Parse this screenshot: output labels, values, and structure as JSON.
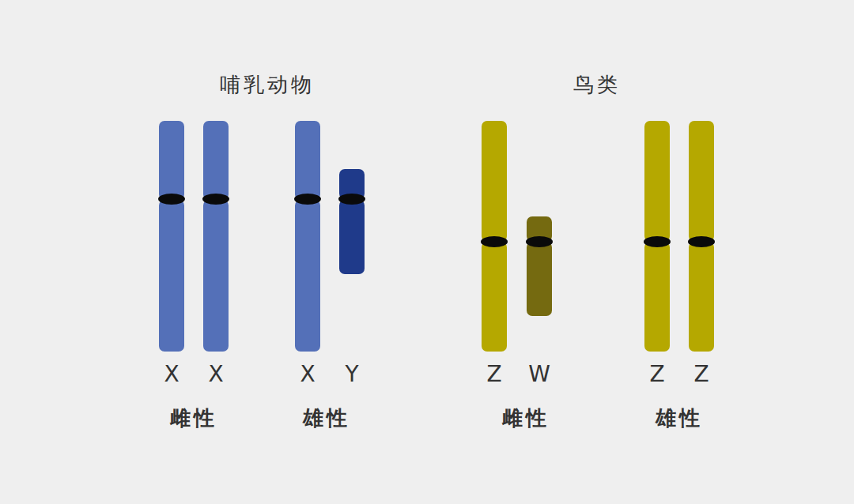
{
  "diagram": {
    "labels": [
      "哺乳动物",
      "鸟类",
      "X",
      "X",
      "X",
      "Y",
      "Z",
      "W",
      "Z",
      "Z",
      "雌性",
      "雄性",
      "雌性",
      "雄性"
    ]
  }
}
